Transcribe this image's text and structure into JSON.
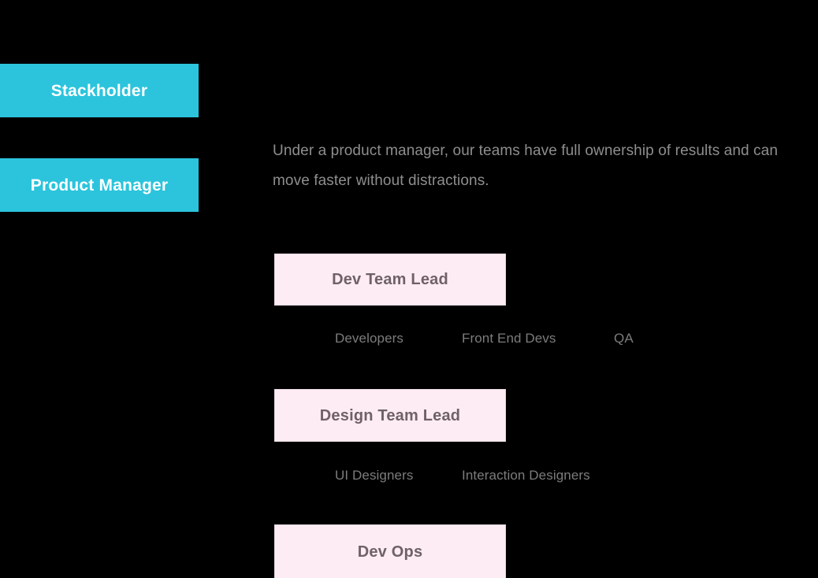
{
  "background_color": "#000000",
  "accent_colors": {
    "role_box_fill": "#2BC4DC",
    "role_box_text": "#FFFFFF",
    "team_box_fill": "#FDECF3",
    "team_box_border": "#E9D8DF",
    "team_box_text": "#6F6167",
    "body_text": "#8E8E8E",
    "subrole_text": "#7C7C7C"
  },
  "roles": [
    {
      "label": "Stackholder"
    },
    {
      "label": "Product Manager"
    }
  ],
  "description": {
    "text": "Under a product manager, our teams have full ownership of results and can move faster without distractions."
  },
  "teams": [
    {
      "label": "Dev Team Lead"
    },
    {
      "label": "Design Team Lead"
    },
    {
      "label": "Dev Ops"
    }
  ],
  "subroles": {
    "dev": [
      {
        "label": "Developers"
      },
      {
        "label": "Front End Devs"
      },
      {
        "label": "QA"
      }
    ],
    "design": [
      {
        "label": "UI Designers"
      },
      {
        "label": "Interaction Designers"
      }
    ]
  }
}
